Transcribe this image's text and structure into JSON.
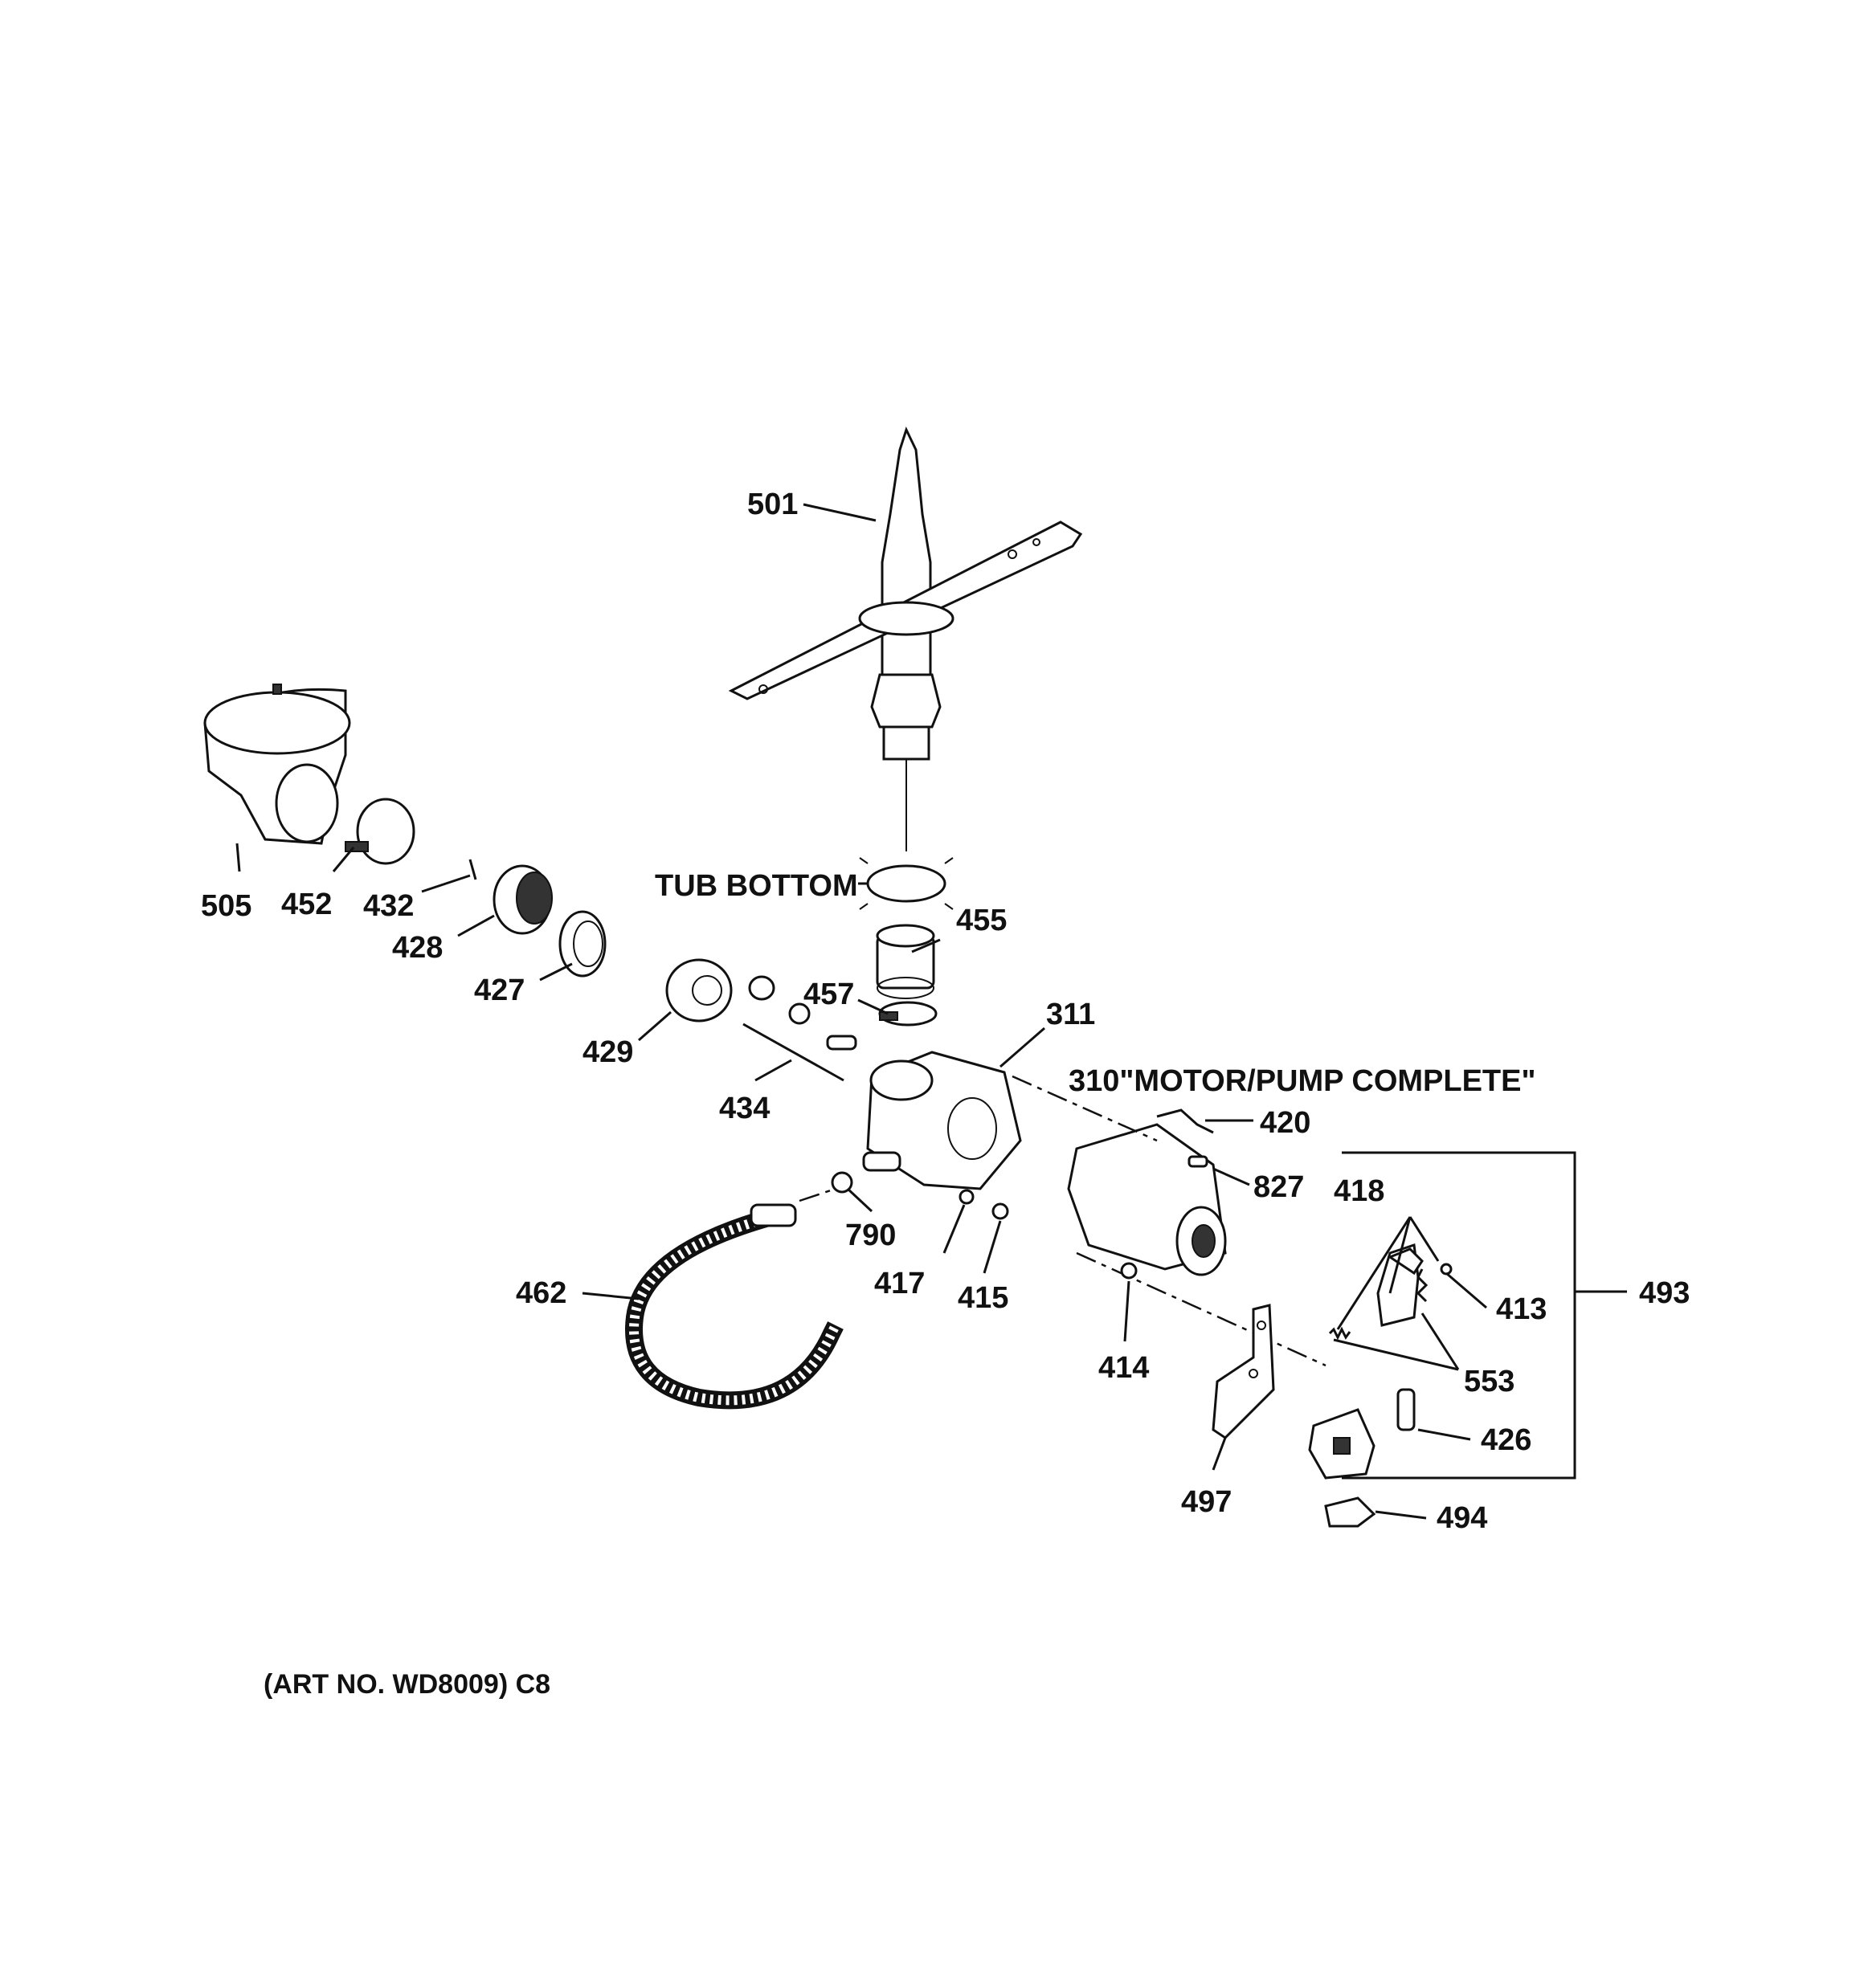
{
  "callouts": {
    "p501": "501",
    "tub_bottom": "TUB BOTTOM",
    "p505": "505",
    "p452": "452",
    "p432": "432",
    "p428": "428",
    "p427": "427",
    "p455": "455",
    "p457": "457",
    "p311": "311",
    "p429": "429",
    "p434": "434",
    "p310": "310\"MOTOR/PUMP COMPLETE\"",
    "p420": "420",
    "p827": "827",
    "p418": "418",
    "p493": "493",
    "p413": "413",
    "p553": "553",
    "p790": "790",
    "p417": "417",
    "p415": "415",
    "p462": "462",
    "p414": "414",
    "p426": "426",
    "p497": "497",
    "p494": "494"
  },
  "footer": {
    "art_no": "(ART NO. WD8009) C8"
  }
}
